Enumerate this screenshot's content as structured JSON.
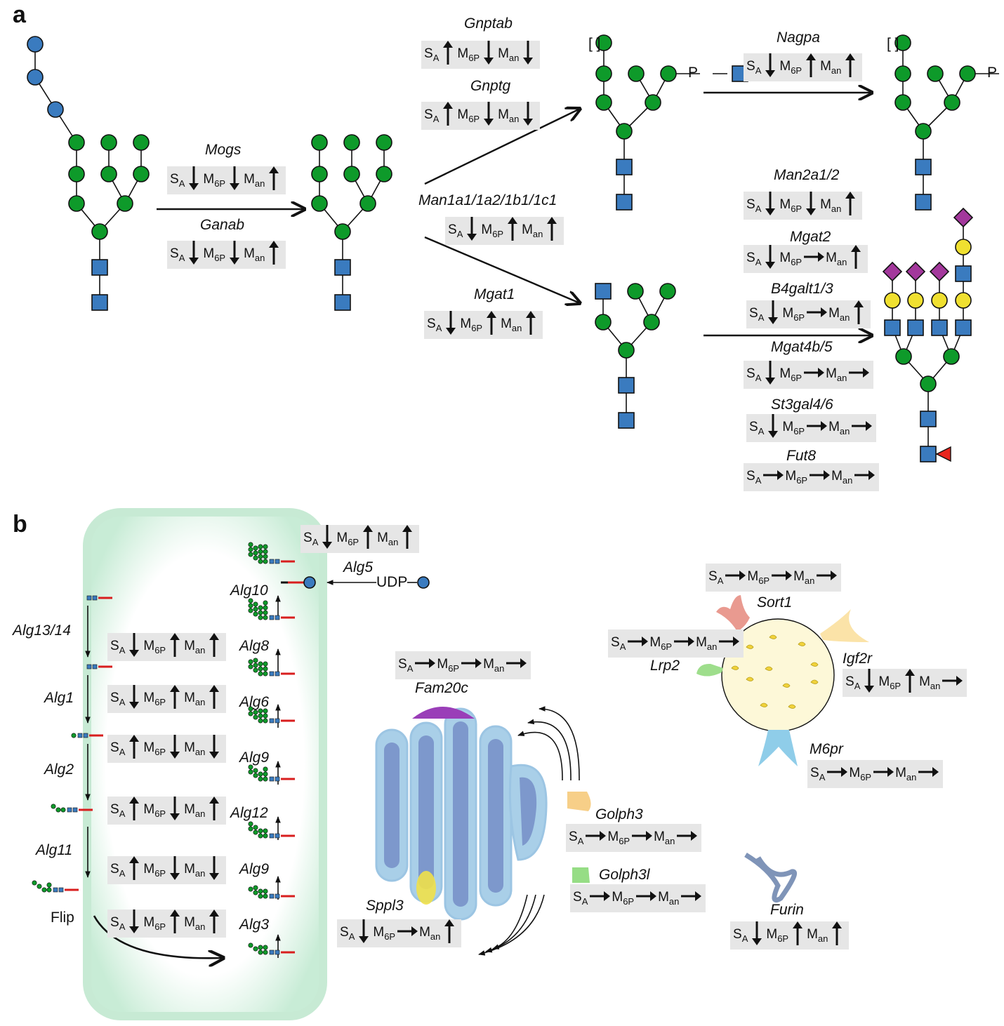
{
  "panels": {
    "a": "a",
    "b": "b"
  },
  "metrics": {
    "sa_base": "S",
    "sa_sub": "A",
    "m6p_base": "M",
    "m6p_sub": "6P",
    "man_base": "M",
    "man_sub": "an"
  },
  "colors": {
    "mannose": "#0e9a2a",
    "glcnac": "#3a7bbf",
    "glucose": "#3a7bbf",
    "galactose": "#f0e030",
    "sialic": "#a3389c",
    "fucose": "#e8251e",
    "lipid": "#d81e1e",
    "er": "#bfe8cf",
    "golgi_outer": "#a9cfe8",
    "golgi_inner": "#7d98cc",
    "lysosome": "#fdf8d8",
    "indicator_bg": "#e6e6e6"
  },
  "glycan_labels": {
    "bracket": "[ ]",
    "phospho": "P"
  },
  "genes_a": [
    {
      "label": "Mogs",
      "sa": "down",
      "m6p": "down",
      "man": "up"
    },
    {
      "label": "Ganab",
      "sa": "down",
      "m6p": "down",
      "man": "up"
    },
    {
      "label": "Gnptab",
      "sa": "up",
      "m6p": "down",
      "man": "down"
    },
    {
      "label": "Gnptg",
      "sa": "up",
      "m6p": "down",
      "man": "down"
    },
    {
      "label": "Man1a1/1a2/1b1/1c1",
      "sa": "down",
      "m6p": "up",
      "man": "up"
    },
    {
      "label": "Mgat1",
      "sa": "down",
      "m6p": "up",
      "man": "up"
    },
    {
      "label": "Nagpa",
      "sa": "down",
      "m6p": "up",
      "man": "up"
    },
    {
      "label": "Man2a1/2",
      "sa": "down",
      "m6p": "down",
      "man": "up"
    },
    {
      "label": "Mgat2",
      "sa": "down",
      "m6p": "right",
      "man": "up"
    },
    {
      "label": "B4galt1/3",
      "sa": "down",
      "m6p": "right",
      "man": "up"
    },
    {
      "label": "Mgat4b/5",
      "sa": "down",
      "m6p": "right",
      "man": "right"
    },
    {
      "label": "St3gal4/6",
      "sa": "down",
      "m6p": "right",
      "man": "right"
    },
    {
      "label": "Fut8",
      "sa": "right",
      "m6p": "right",
      "man": "right"
    }
  ],
  "er_steps": [
    {
      "label": "Alg13/14",
      "sa": "down",
      "m6p": "up",
      "man": "up"
    },
    {
      "label": "Alg1",
      "sa": "down",
      "m6p": "up",
      "man": "up"
    },
    {
      "label": "Alg2",
      "sa": "up",
      "m6p": "down",
      "man": "down"
    },
    {
      "label": "Alg11",
      "sa": "up",
      "m6p": "down",
      "man": "up"
    },
    {
      "label": "Flip",
      "sa": "up",
      "m6p": "down",
      "man": "down"
    }
  ],
  "er_lumen_steps": [
    "Alg3",
    "Alg9",
    "Alg12",
    "Alg9",
    "Alg6",
    "Alg8",
    "Alg10"
  ],
  "flip_indicator": {
    "sa": "down",
    "m6p": "up",
    "man": "up"
  },
  "alg5": {
    "label": "Alg5",
    "donor": "UDP",
    "sa": "down",
    "m6p": "up",
    "man": "up"
  },
  "golgi": [
    {
      "label": "Fam20c",
      "sa": "right",
      "m6p": "right",
      "man": "right"
    },
    {
      "label": "Sppl3",
      "sa": "down",
      "m6p": "right",
      "man": "up"
    },
    {
      "label": "Golph3",
      "sa": "right",
      "m6p": "right",
      "man": "right"
    },
    {
      "label": "Golph3l",
      "sa": "right",
      "m6p": "right",
      "man": "right"
    },
    {
      "label": "Furin",
      "sa": "down",
      "m6p": "up",
      "man": "up"
    }
  ],
  "lysosome": [
    {
      "label": "Sort1",
      "sa": "right",
      "m6p": "right",
      "man": "right"
    },
    {
      "label": "Lrp2",
      "sa": "right",
      "m6p": "right",
      "man": "right"
    },
    {
      "label": "Igf2r",
      "sa": "down",
      "m6p": "up",
      "man": "right"
    },
    {
      "label": "M6pr",
      "sa": "right",
      "m6p": "right",
      "man": "right"
    }
  ]
}
